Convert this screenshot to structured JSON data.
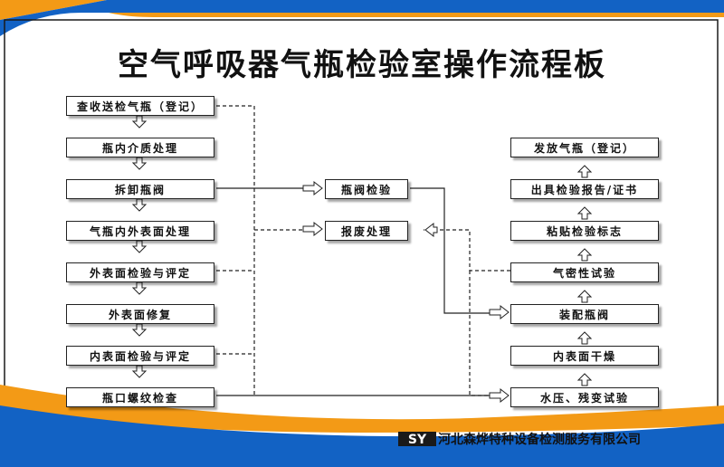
{
  "board": {
    "title": "空气呼吸器气瓶检验室操作流程板",
    "colors": {
      "blue": "#1262c4",
      "orange": "#f39a16",
      "frame": "#1a1a1a"
    }
  },
  "flow": {
    "left_steps": [
      "查收送检气瓶（登记）",
      "瓶内介质处理",
      "拆卸瓶阀",
      "气瓶内外表面处理",
      "外表面检验与评定",
      "外表面修复",
      "内表面检验与评定",
      "瓶口螺纹检查"
    ],
    "middle_steps": [
      "瓶阀检验",
      "报废处理"
    ],
    "right_steps": [
      "发放气瓶（登记）",
      "出具检验报告/证书",
      "粘贴检验标志",
      "气密性试验",
      "装配瓶阀",
      "内表面干燥",
      "水压、残变试验"
    ]
  },
  "footer": {
    "logo_text": "SY",
    "company": "河北森烨特种设备检测服务有限公司"
  }
}
